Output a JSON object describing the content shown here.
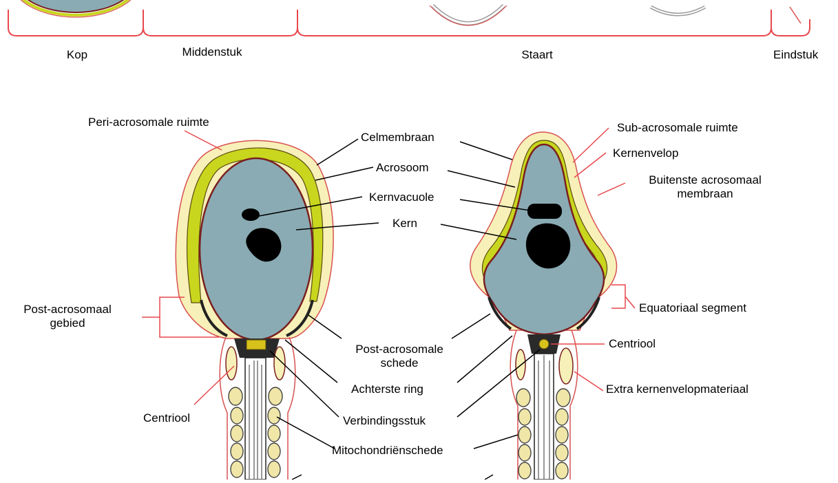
{
  "regions": [
    "Kop",
    "Middenstuk",
    "Staart",
    "Eindstuk"
  ],
  "labels": {
    "peri_acrosomale_ruimte": "Peri-acrosomale ruimte",
    "celmembraan": "Celmembraan",
    "acrosoom": "Acrosoom",
    "kernvacuole": "Kernvacuole",
    "kern": "Kern",
    "sub_acrosomale_ruimte": "Sub-acrosomale ruimte",
    "kernenvelop": "Kernenvelop",
    "buitenste_line1": "Buitenste acrosomaal",
    "buitenste_line2": "membraan",
    "post_acrosomaal_line1": "Post-acrosomaal",
    "post_acrosomaal_line2": "gebied",
    "equatoriaal_segment": "Equatoriaal segment",
    "post_acrosomale_line1": "Post-acrosomale",
    "post_acrosomale_line2": "schede",
    "centriool_right": "Centriool",
    "achterste_ring": "Achterste ring",
    "extra_kernenvelop": "Extra kernenvelopmateriaal",
    "centriool_left": "Centriool",
    "verbindingsstuk": "Verbindingsstuk",
    "mitochondrien": "Mitochondriënschede"
  },
  "colors": {
    "leader_red": "#e8474c",
    "nucleus": "#8aabb4",
    "acrosome": "#c8d61e",
    "peri": "#f7f0b8",
    "membrane": "#7a1f1f",
    "mito": "#efe6a8"
  }
}
